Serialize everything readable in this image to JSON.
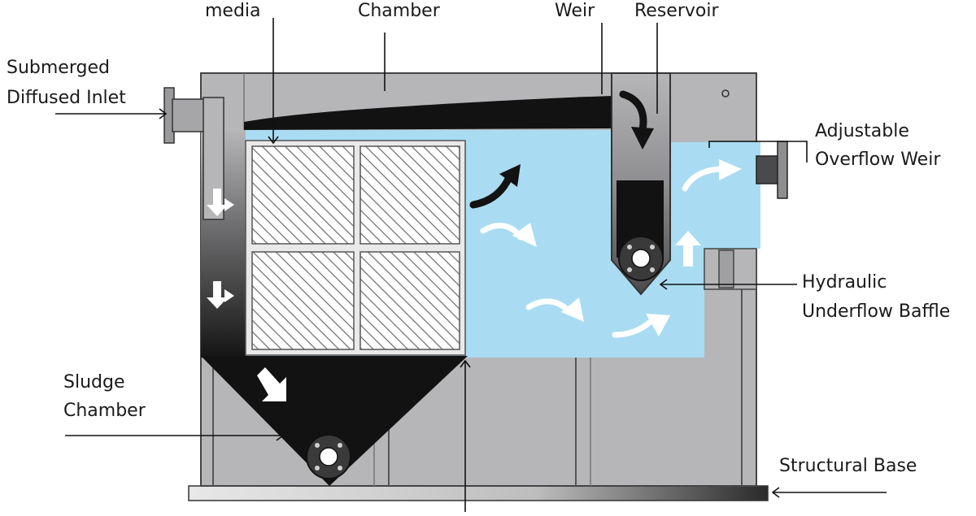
{
  "labels": {
    "media": "media",
    "chamber": "Chamber",
    "weir": "Weir",
    "reservoir": "Reservoir",
    "inlet_line1": "Submerged",
    "inlet_line2": "Diffused  Inlet",
    "overflow_line1": "Adjustable",
    "overflow_line2": "Overflow Weir",
    "baffle_line1": "Hydraulic",
    "baffle_line2": "Underflow Baffle",
    "sludge_line1": "Sludge",
    "sludge_line2": "Chamber",
    "base": "Structural Base"
  },
  "colors": {
    "tank_gray": "#b6b6b8",
    "water_blue": "#a9dcf2",
    "sludge_black": "#121212",
    "media_pattern": "#6b6b6b",
    "flow_arrow": "#ffffff"
  },
  "icons": {
    "flow_arrow": "curved-white-arrow",
    "down_arrow": "down-arrow",
    "drain_valve": "flange-valve-icon"
  }
}
